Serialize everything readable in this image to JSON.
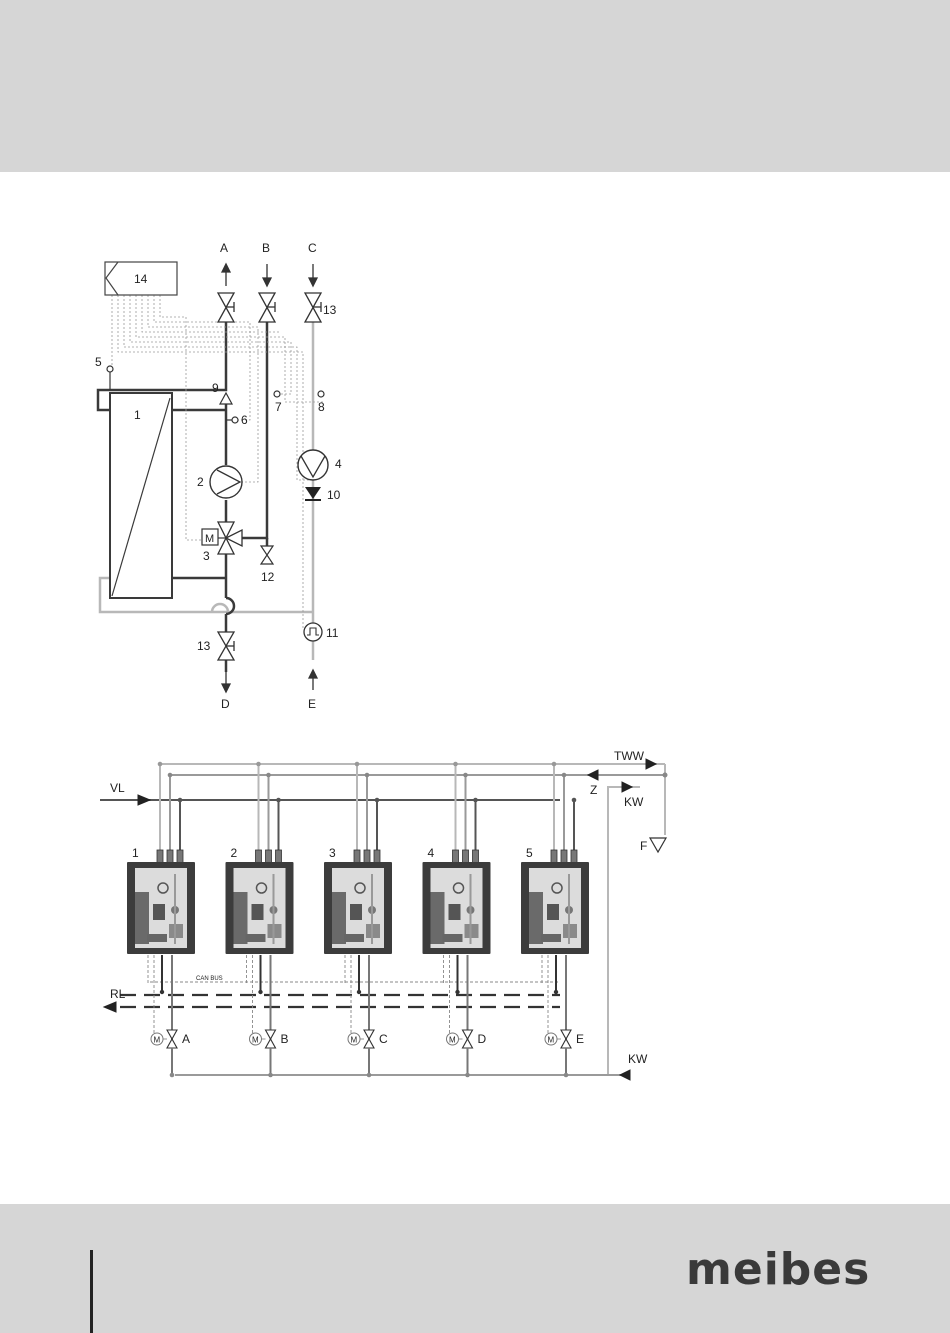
{
  "brand": {
    "logo_text": "meibes"
  },
  "schematic": {
    "ports": {
      "a": "A",
      "b": "B",
      "c": "C",
      "d": "D",
      "e": "E"
    },
    "labels": {
      "n1": "1",
      "n2": "2",
      "n3": "3",
      "n4": "4",
      "n5": "5",
      "n6": "6",
      "n7": "7",
      "n8": "8",
      "n9": "9",
      "n10": "10",
      "n11": "11",
      "n12": "12",
      "n13_top": "13",
      "n13_bottom": "13",
      "n14": "14",
      "motor": "M"
    }
  },
  "installation": {
    "lines": {
      "tww": "TWW",
      "z": "Z",
      "kw_top": "KW",
      "vl": "VL",
      "f": "F",
      "rl": "RL",
      "kw_bottom": "KW",
      "can_bus": "CAN BUS"
    },
    "stations": [
      "1",
      "2",
      "3",
      "4",
      "5"
    ],
    "valves": [
      "A",
      "B",
      "C",
      "D",
      "E"
    ],
    "motor_symbol": "M"
  },
  "colors": {
    "band": "#d6d6d6",
    "dark_line": "#3a3a3a",
    "light_line": "#b4b4b4",
    "unit_shell": "#3c3c3c"
  }
}
